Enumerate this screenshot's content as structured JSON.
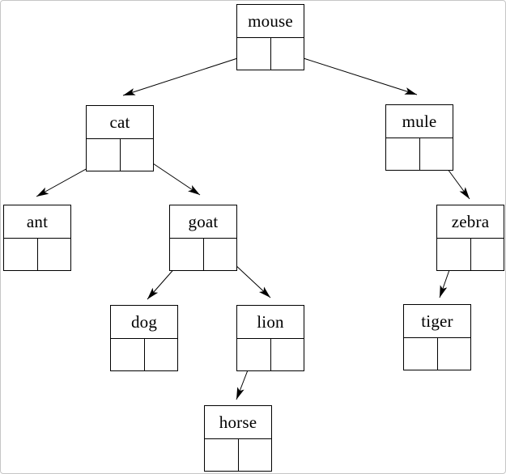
{
  "diagram": {
    "type": "binary-tree",
    "nodes": [
      {
        "id": "mouse",
        "label": "mouse"
      },
      {
        "id": "cat",
        "label": "cat"
      },
      {
        "id": "mule",
        "label": "mule"
      },
      {
        "id": "ant",
        "label": "ant"
      },
      {
        "id": "goat",
        "label": "goat"
      },
      {
        "id": "zebra",
        "label": "zebra"
      },
      {
        "id": "dog",
        "label": "dog"
      },
      {
        "id": "lion",
        "label": "lion"
      },
      {
        "id": "tiger",
        "label": "tiger"
      },
      {
        "id": "horse",
        "label": "horse"
      }
    ],
    "edges": [
      {
        "from": "mouse",
        "cell": "left",
        "to": "cat"
      },
      {
        "from": "mouse",
        "cell": "right",
        "to": "mule"
      },
      {
        "from": "cat",
        "cell": "left",
        "to": "ant"
      },
      {
        "from": "cat",
        "cell": "right",
        "to": "goat"
      },
      {
        "from": "mule",
        "cell": "right",
        "to": "zebra"
      },
      {
        "from": "goat",
        "cell": "left",
        "to": "dog"
      },
      {
        "from": "goat",
        "cell": "right",
        "to": "lion"
      },
      {
        "from": "zebra",
        "cell": "left",
        "to": "tiger"
      },
      {
        "from": "lion",
        "cell": "left",
        "to": "horse"
      }
    ],
    "colors": {
      "line": "#000000",
      "box_border": "#000000",
      "background": "#ffffff",
      "page_border": "#c6c6c6"
    }
  }
}
